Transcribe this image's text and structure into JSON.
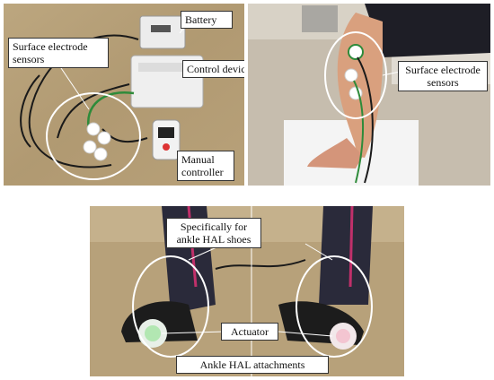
{
  "panels": {
    "top_left": {
      "labels": {
        "battery": "Battery",
        "surface_electrode": "Surface electrode sensors",
        "control_device": "Control device",
        "manual_controller": "Manual controller"
      }
    },
    "top_right": {
      "labels": {
        "surface_electrode": "Surface electrode sensors"
      }
    },
    "bottom": {
      "labels": {
        "specifically": "Specifically for ankle HAL shoes",
        "actuator": "Actuator",
        "attachments": "Ankle HAL attachments"
      }
    }
  },
  "colors": {
    "floor_wood": "#b7a17a",
    "floor_tile": "#c9c1b3",
    "skin": "#d9a07e",
    "shorts": "#1e1e26",
    "pants": "#2a2a3a",
    "accent_stripe": "#c0306a",
    "device_white": "#efefef",
    "wire": "#1a1a1a",
    "wire_green": "#2e8b3a"
  }
}
